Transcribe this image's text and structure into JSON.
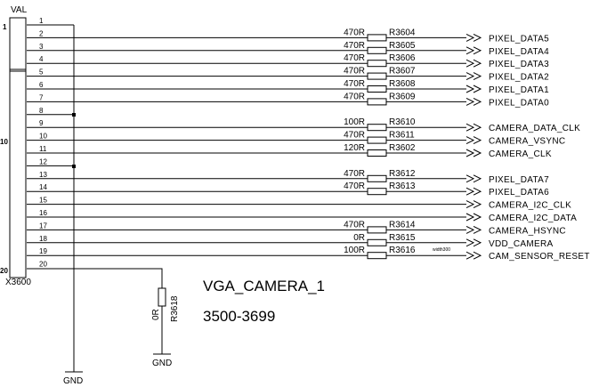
{
  "connector": {
    "header": "VAL",
    "ref": "X3600",
    "first_pin_index": "1",
    "mid_pin_index": "10",
    "last_pin_index": "20"
  },
  "pins": [
    {
      "num": "1"
    },
    {
      "num": "2",
      "value": "470R",
      "ref": "R3604",
      "net": "PIXEL_DATA5"
    },
    {
      "num": "3",
      "value": "470R",
      "ref": "R3605",
      "net": "PIXEL_DATA4"
    },
    {
      "num": "4",
      "value": "470R",
      "ref": "R3606",
      "net": "PIXEL_DATA3"
    },
    {
      "num": "5",
      "value": "470R",
      "ref": "R3607",
      "net": "PIXEL_DATA2"
    },
    {
      "num": "6",
      "value": "470R",
      "ref": "R3608",
      "net": "PIXEL_DATA1"
    },
    {
      "num": "7",
      "value": "470R",
      "ref": "R3609",
      "net": "PIXEL_DATA0"
    },
    {
      "num": "8"
    },
    {
      "num": "9",
      "value": "100R",
      "ref": "R3610",
      "net": "CAMERA_DATA_CLK"
    },
    {
      "num": "10",
      "value": "470R",
      "ref": "R3611",
      "net": "CAMERA_VSYNC"
    },
    {
      "num": "11",
      "value": "120R",
      "ref": "R3602",
      "net": "CAMERA_CLK"
    },
    {
      "num": "12"
    },
    {
      "num": "13",
      "value": "470R",
      "ref": "R3612",
      "net": "PIXEL_DATA7"
    },
    {
      "num": "14",
      "value": "470R",
      "ref": "R3613",
      "net": "PIXEL_DATA6"
    },
    {
      "num": "15",
      "net": "CAMERA_I2C_CLK"
    },
    {
      "num": "16",
      "net": "CAMERA_I2C_DATA"
    },
    {
      "num": "17",
      "value": "470R",
      "ref": "R3614",
      "net": "CAMERA_HSYNC"
    },
    {
      "num": "18",
      "value": "0R",
      "ref": "R3615",
      "net": "VDD_CAMERA"
    },
    {
      "num": "19",
      "value": "100R",
      "ref": "R3616",
      "net": "CAM_SENSOR_RESET"
    },
    {
      "num": "20"
    }
  ],
  "trace_note": "width300",
  "pin20_resistor": {
    "value": "0R",
    "ref": "R3618"
  },
  "ground_labels": {
    "right": "GND",
    "left": "GND"
  },
  "sheet": {
    "title": "VGA_CAMERA_1",
    "range": "3500-3699"
  }
}
